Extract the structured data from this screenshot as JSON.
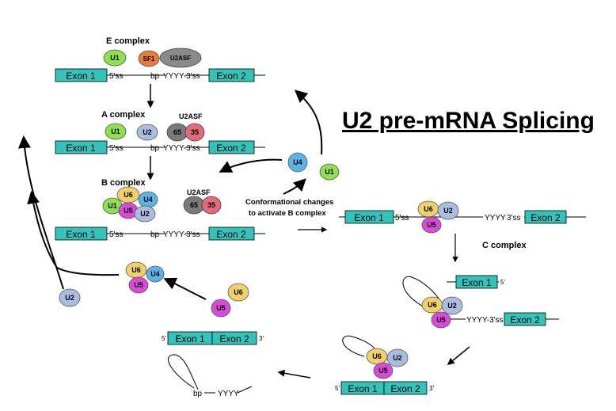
{
  "title": "U2  pre-mRNA Splicing",
  "colors": {
    "exon_fill": "#34c3bb",
    "U1": "#8ee04e",
    "U2": "#a9bde0",
    "U4": "#5cb3e6",
    "U5": "#d94ad9",
    "U6": "#f1d06a",
    "SF1": "#e87a3c",
    "U2ASF": "#8a8a8a",
    "sub35": "#e46a7a",
    "sub65": "#7a7a7a"
  },
  "labels": {
    "e_complex": "E complex",
    "a_complex": "A complex",
    "b_complex": "B complex",
    "c_complex": "C complex",
    "conformational_1": "Conformational changes",
    "conformational_2": "to activate B complex",
    "u2asf": "U2ASF"
  },
  "snrnp": {
    "U1": "U1",
    "U2": "U2",
    "U4": "U4",
    "U5": "U5",
    "U6": "U6",
    "SF1": "SF1",
    "U2ASF": "U2ASF",
    "s65": "65",
    "s35": "35"
  },
  "exons": {
    "exon1": "Exon 1",
    "exon2": "Exon 2"
  },
  "sites": {
    "ss5": "5'ss",
    "bp": "bp",
    "yyyy3ss": "YYYY-3'ss",
    "yyyy": "YYYY",
    "ss3": "3'ss",
    "p5": "5'",
    "p3": "3'"
  }
}
